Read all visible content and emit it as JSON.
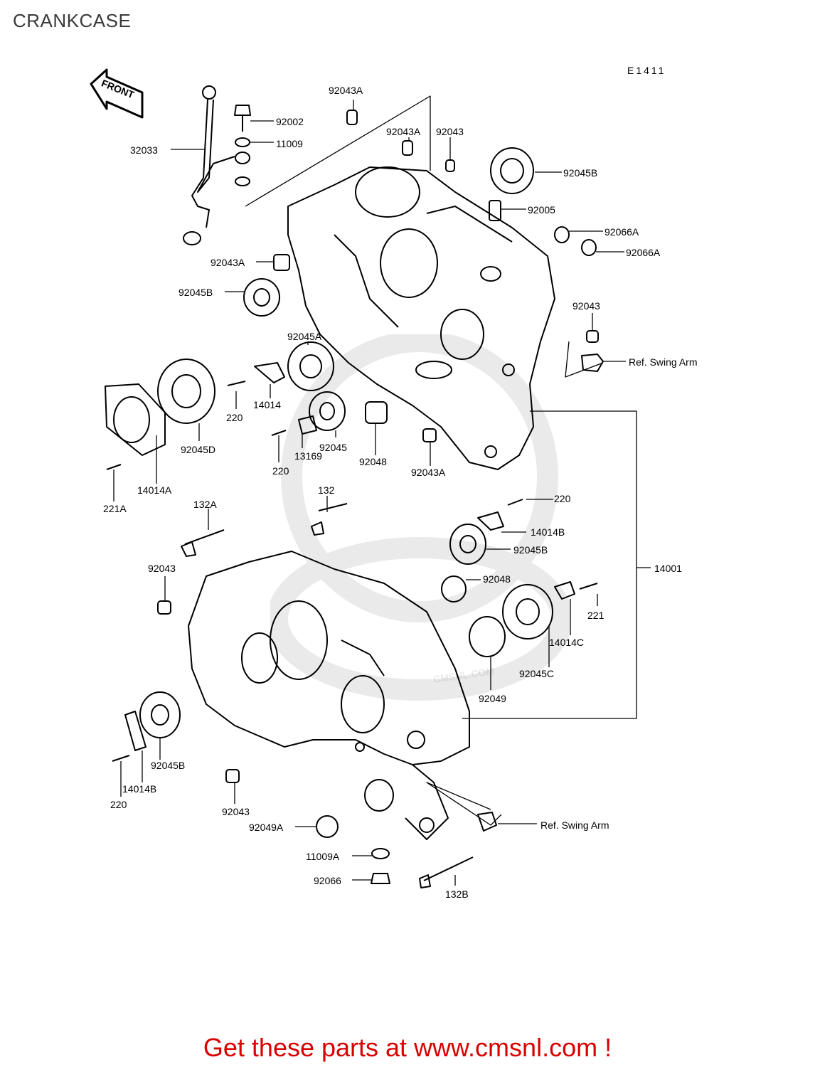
{
  "title": "CRANKCASE",
  "diagram_code": "E1411",
  "front_arrow_label": "FRONT",
  "footer": "Get these parts at www.cmsnl.com !",
  "watermark_text": "CMSNL.COM",
  "callouts": {
    "c92043A_top": "92043A",
    "c92002": "92002",
    "c11009": "11009",
    "c32033": "32033",
    "c92043A_b": "92043A",
    "c92043_a": "92043",
    "c92045B_a": "92045B",
    "c92005": "92005",
    "c92066A_a": "92066A",
    "c92066A_b": "92066A",
    "c92043A_c": "92043A",
    "c92045B_b": "92045B",
    "c92043_b": "92043",
    "ref_swing_arm_a": "Ref. Swing Arm",
    "c92045A": "92045A",
    "c14014": "14014",
    "c220_a": "220",
    "c92045D": "92045D",
    "c92045": "92045",
    "c92048_a": "92048",
    "c92043A_d": "92043A",
    "c13169": "13169",
    "c220_b": "220",
    "c14014A": "14014A",
    "c221A": "221A",
    "c132A": "132A",
    "c132": "132",
    "c220_c": "220",
    "c14014B_a": "14014B",
    "c92045B_c": "92045B",
    "c14001": "14001",
    "c92043_c": "92043",
    "c92048_b": "92048",
    "c221": "221",
    "c14014C": "14014C",
    "c92045C": "92045C",
    "c92049": "92049",
    "c92045B_d": "92045B",
    "c14014B_b": "14014B",
    "c220_d": "220",
    "c92043_d": "92043",
    "c92049A": "92049A",
    "c11009A": "11009A",
    "c92066": "92066",
    "c132B": "132B",
    "ref_swing_arm_b": "Ref. Swing Arm"
  }
}
